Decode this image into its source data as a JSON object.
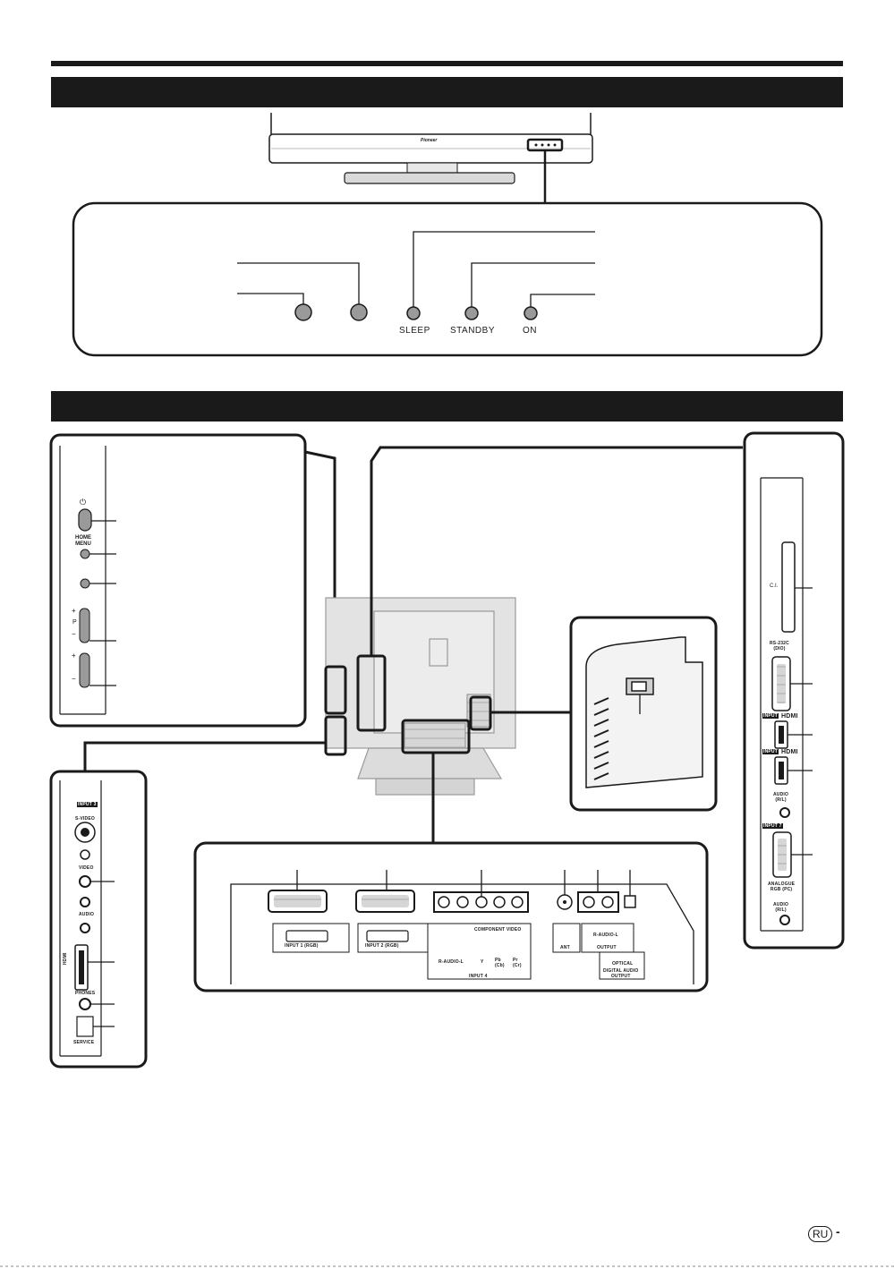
{
  "front_panel": {
    "brand": "Pioneer",
    "buttons": [
      {
        "id": "btn-a",
        "label": ""
      },
      {
        "id": "btn-b",
        "label": ""
      },
      {
        "id": "sleep",
        "label": "SLEEP"
      },
      {
        "id": "standby",
        "label": "STANDBY"
      },
      {
        "id": "on",
        "label": "ON"
      }
    ]
  },
  "side_controls": {
    "power_symbol": "⏻",
    "home_menu": "HOME\nMENU",
    "plus": "+",
    "minus": "−",
    "p": "P"
  },
  "left_terminals": {
    "input3": "INPUT 3",
    "svideo": "S-VIDEO",
    "video": "VIDEO",
    "audio": "AUDIO",
    "hdmi": "HDMI",
    "phones": "PHONES",
    "service": "SERVICE"
  },
  "rear_terminals": {
    "input1": "INPUT 1 (RGB)",
    "input2": "INPUT 2 (RGB)",
    "component": "COMPONENT VIDEO",
    "r_audio_l": "R-AUDIO-L",
    "y": "Y",
    "pb": "Pb\n(Cb)",
    "pr": "Pr\n(Cr)",
    "input4": "INPUT 4",
    "ant": "ANT",
    "output": "OUTPUT",
    "optical": "OPTICAL",
    "digital_audio": "DIGITAL AUDIO\nOUTPUT"
  },
  "right_terminals": {
    "ci": "C.I.",
    "rs232c": "RS-232C\n(DIO)",
    "input_hdmi1": "INPUT",
    "hdmi_logo": "HDMI",
    "input_hdmi2": "INPUT",
    "audio_rl": "AUDIO\n(R/L)",
    "input7": "INPUT 7",
    "analogue": "ANALOGUE\nRGB (PC)",
    "audio_rl2": "AUDIO\n(R/L)"
  },
  "page_badge": "RU",
  "page_dash": "-"
}
